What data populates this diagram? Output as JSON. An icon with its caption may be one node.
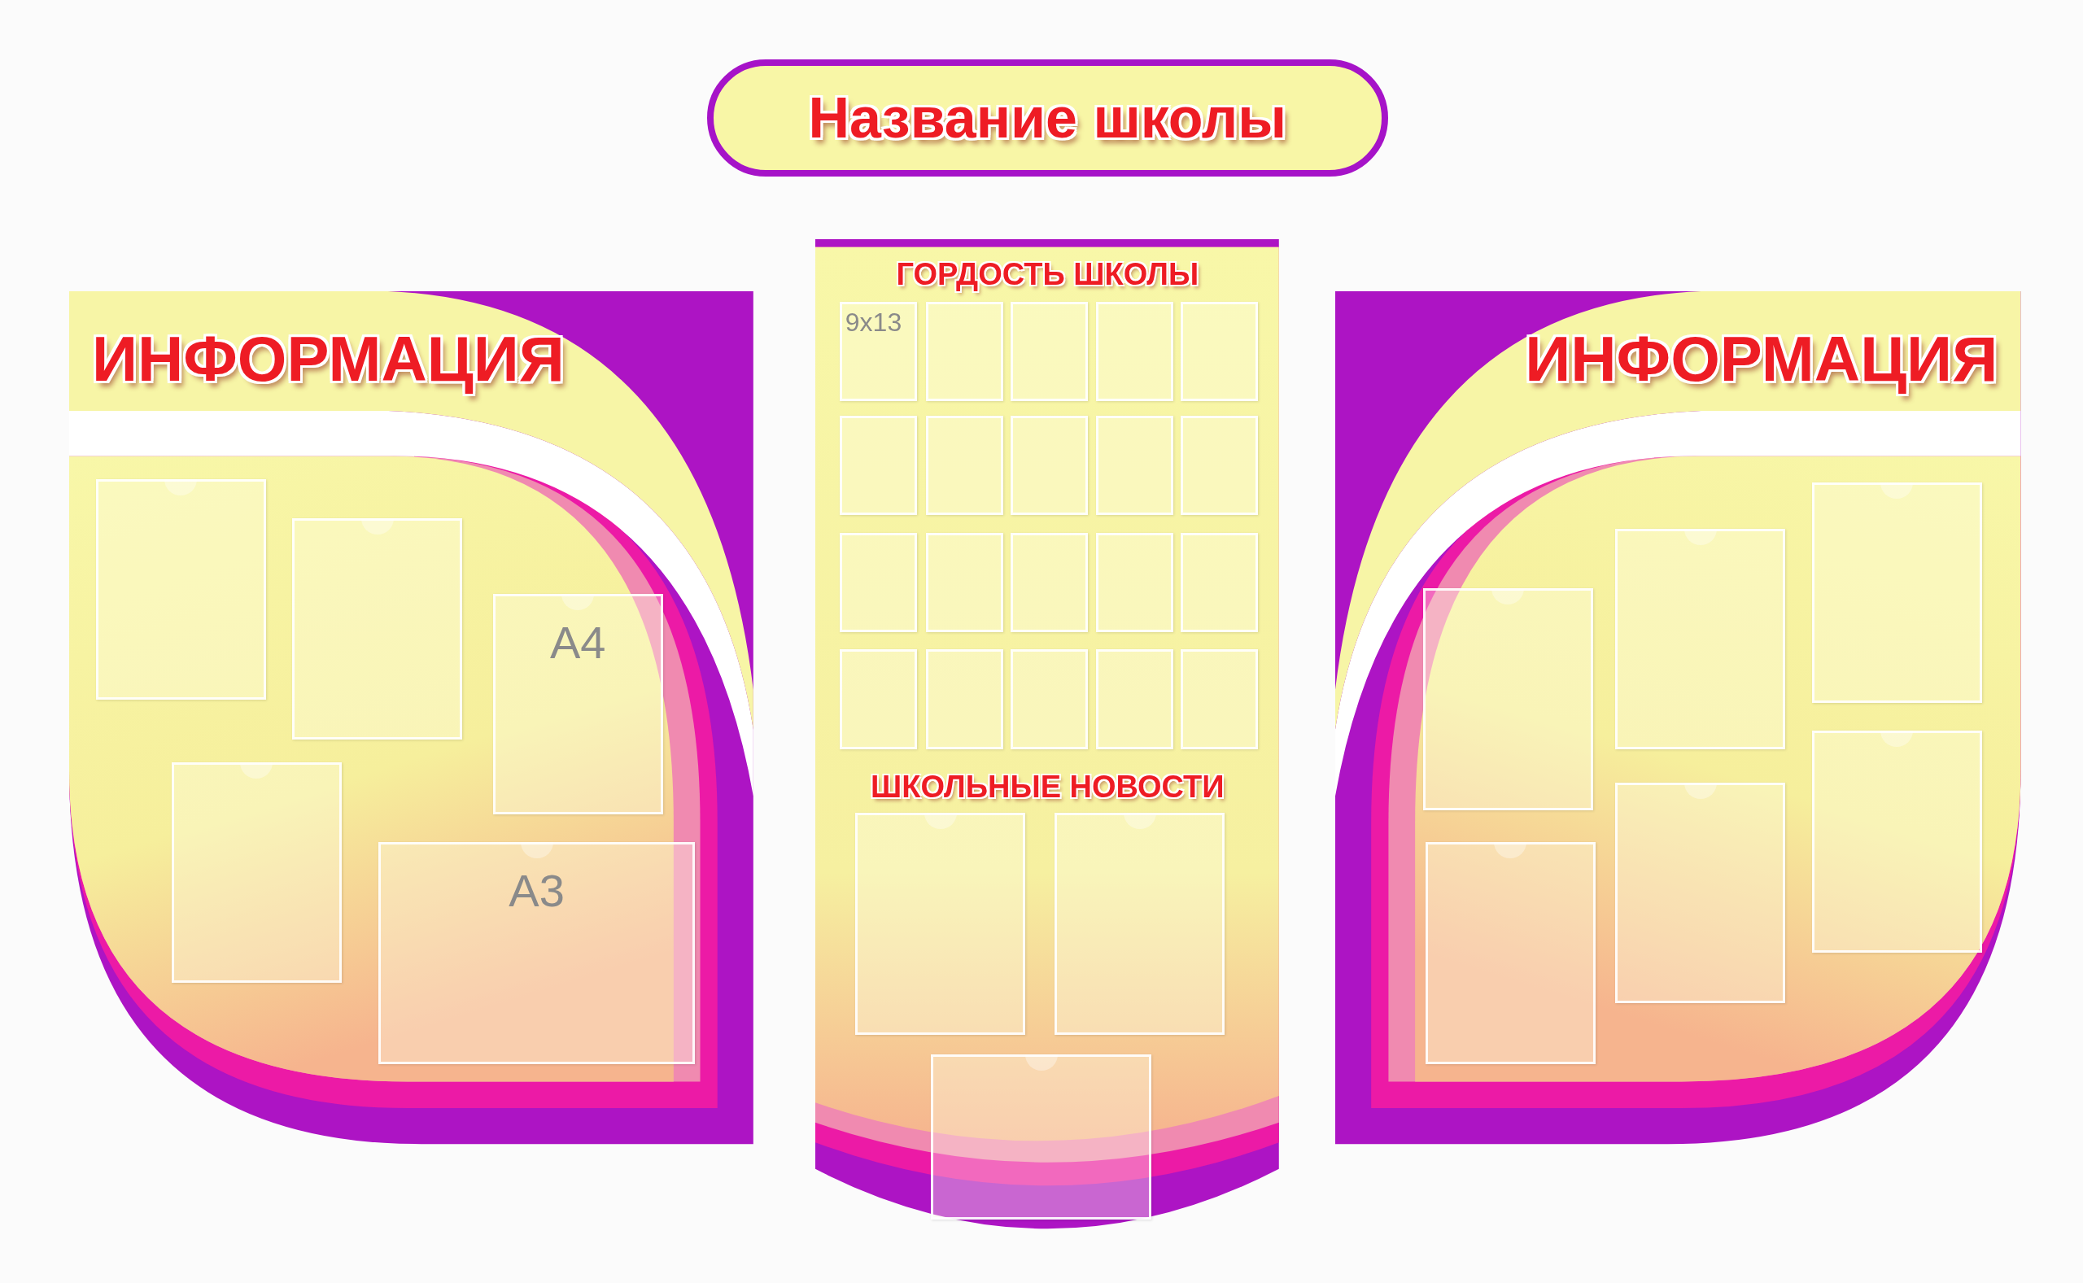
{
  "diagram": {
    "nodes": [
      {
        "text": [
          "Название школы"
        ]
      },
      {
        "text": [
          "ИНФОРМАЦИЯ"
        ]
      },
      {
        "text": [],
        "shape": "box",
        "in": 1
      },
      {
        "text": [],
        "shape": "box",
        "in": 1
      },
      {
        "text": [
          "A4"
        ],
        "in": 1
      },
      {
        "text": [],
        "shape": "box",
        "in": 1
      },
      {
        "text": [
          "A3"
        ],
        "in": 1
      },
      {
        "text": [
          "ГОРДОСТЬ ШКОЛЫ",
          "ШКОЛЬНЫЕ НОВОСТИ"
        ]
      },
      {
        "text": [
          "9x13"
        ],
        "in": 7
      },
      {
        "text": [],
        "shape": "box",
        "in": 7
      },
      {
        "text": [],
        "shape": "box",
        "in": 7
      },
      {
        "text": [],
        "shape": "box",
        "in": 7
      },
      {
        "text": [],
        "shape": "box",
        "in": 7
      },
      {
        "text": [],
        "shape": "box",
        "in": 7
      },
      {
        "text": [],
        "shape": "box",
        "in": 7
      },
      {
        "text": [],
        "shape": "box",
        "in": 7
      },
      {
        "text": [],
        "shape": "box",
        "in": 7
      },
      {
        "text": [],
        "shape": "box",
        "in": 7
      },
      {
        "text": [],
        "shape": "box",
        "in": 7
      },
      {
        "text": [],
        "shape": "box",
        "in": 7
      },
      {
        "text": [],
        "shape": "box",
        "in": 7
      },
      {
        "text": [],
        "shape": "box",
        "in": 7
      },
      {
        "text": [],
        "shape": "box",
        "in": 7
      },
      {
        "text": [],
        "shape": "box",
        "in": 7
      },
      {
        "text": [],
        "shape": "box",
        "in": 7
      },
      {
        "text": [],
        "shape": "box",
        "in": 7
      },
      {
        "text": [],
        "shape": "box",
        "in": 7
      },
      {
        "text": [],
        "shape": "box",
        "in": 7
      },
      {
        "text": [],
        "shape": "box",
        "in": 7
      },
      {
        "text": [],
        "shape": "box",
        "in": 7
      },
      {
        "text": [],
        "shape": "box",
        "in": 7
      },
      {
        "text": [
          "ИНФОРМАЦИЯ"
        ]
      },
      {
        "text": [],
        "shape": "box",
        "in": 31
      },
      {
        "text": [],
        "shape": "box",
        "in": 31
      },
      {
        "text": [],
        "shape": "box",
        "in": 31
      },
      {
        "text": [],
        "shape": "box",
        "in": 31
      },
      {
        "text": [],
        "shape": "box",
        "in": 31
      },
      {
        "text": [],
        "shape": "box",
        "in": 31
      }
    ]
  }
}
